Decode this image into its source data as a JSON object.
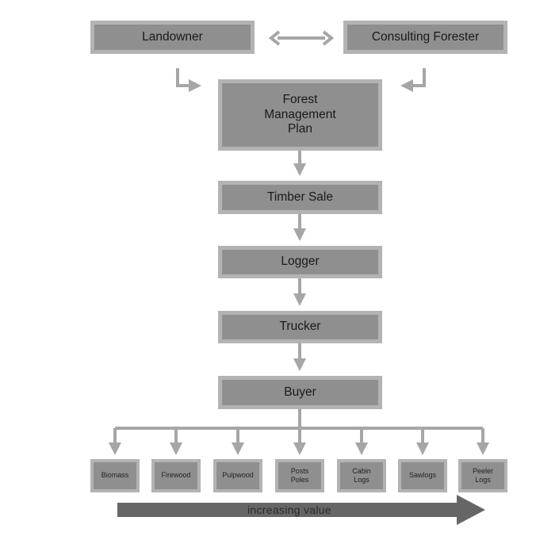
{
  "top": {
    "landowner": "Landowner",
    "consulting_forester": "Consulting Forester"
  },
  "chain": {
    "plan": "Forest\nManagement\nPlan",
    "timber_sale": "Timber Sale",
    "logger": "Logger",
    "trucker": "Trucker",
    "buyer": "Buyer"
  },
  "products": [
    "Biomass",
    "Firewood",
    "Pulpwood",
    "Posts\nPoles",
    "Cabin\nLogs",
    "Sawlogs",
    "Peeler\nLogs"
  ],
  "value_label": "increasing value",
  "colors": {
    "box_fill": "#8f8f8f",
    "box_border": "#b3b3b3",
    "connector": "#a6a6a6",
    "value_arrow": "#666666"
  }
}
